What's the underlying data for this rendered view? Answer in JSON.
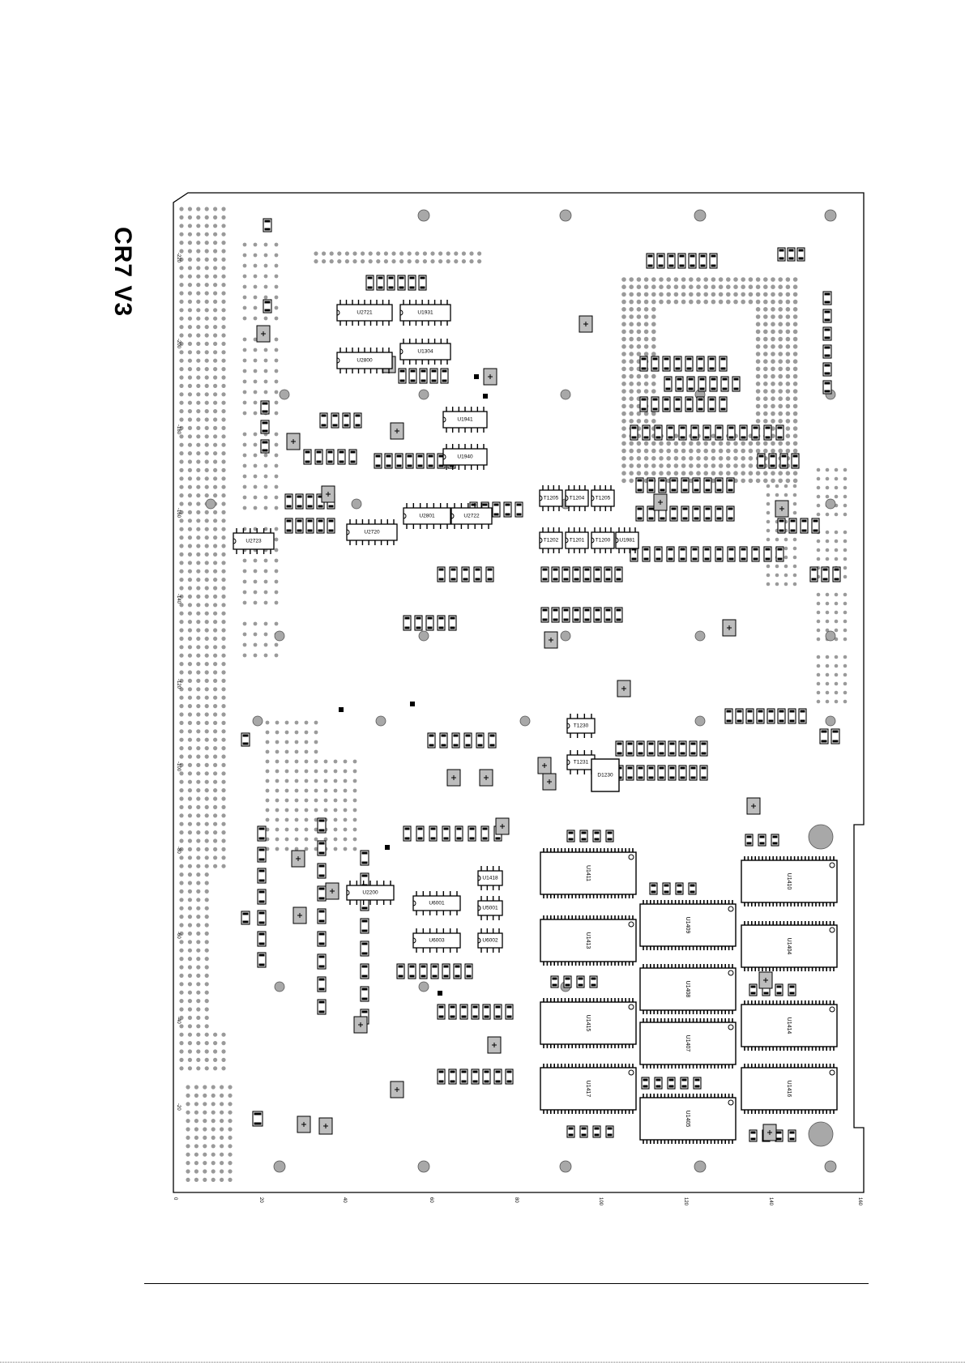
{
  "title": "CR7 V3",
  "x_axis_ticks": [
    "0",
    "20",
    "40",
    "60",
    "80",
    "100",
    "120",
    "140",
    "160"
  ],
  "y_axis_ticks": [
    "-20",
    "-40",
    "-60",
    "-80",
    "-100",
    "-120",
    "-140",
    "-160",
    "-180",
    "-200",
    "-220"
  ],
  "labeled_components": [
    {
      "ref": "U2721"
    },
    {
      "ref": "U1931"
    },
    {
      "ref": "U2800"
    },
    {
      "ref": "U1304"
    },
    {
      "ref": "U1941"
    },
    {
      "ref": "U1940"
    },
    {
      "ref": "U2720"
    },
    {
      "ref": "U2723"
    },
    {
      "ref": "U2801"
    },
    {
      "ref": "U2722"
    },
    {
      "ref": "T1205"
    },
    {
      "ref": "T1204"
    },
    {
      "ref": "T1205"
    },
    {
      "ref": "T1202"
    },
    {
      "ref": "T1201"
    },
    {
      "ref": "T1200"
    },
    {
      "ref": "U1981"
    },
    {
      "ref": "T1230"
    },
    {
      "ref": "T1231"
    },
    {
      "ref": "D1230"
    },
    {
      "ref": "U2200"
    },
    {
      "ref": "U6001"
    },
    {
      "ref": "U6003"
    },
    {
      "ref": "U5001"
    },
    {
      "ref": "U6002"
    },
    {
      "ref": "U1418"
    },
    {
      "ref": "U1411"
    },
    {
      "ref": "U1413"
    },
    {
      "ref": "U1415"
    },
    {
      "ref": "U1417"
    },
    {
      "ref": "U1409"
    },
    {
      "ref": "U1408"
    },
    {
      "ref": "U1407"
    },
    {
      "ref": "U1405"
    },
    {
      "ref": "U1410"
    },
    {
      "ref": "U1404"
    },
    {
      "ref": "U1414"
    },
    {
      "ref": "U1416"
    }
  ]
}
